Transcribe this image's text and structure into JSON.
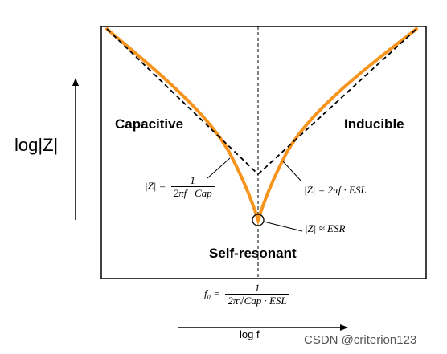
{
  "axes": {
    "y_label": "log|Z|",
    "x_label": "log f"
  },
  "regions": {
    "capacitive": "Capacitive",
    "inductive": "Inducible",
    "resonant": "Self-resonant"
  },
  "equations": {
    "capacitive": {
      "lhs": "|Z| =",
      "numerator": "1",
      "denominator": "2πf · Cap"
    },
    "inductive": "|Z| = 2πf · ESL",
    "resonant": "|Z| ≈ ESR",
    "resonant_freq": {
      "lhs": "f₀ =",
      "numerator": "1",
      "den_prefix": "2π",
      "den_sqrt": "Cap · ESL"
    }
  },
  "colors": {
    "impedance_curve": "#f7941d",
    "asymptote": "#000000"
  },
  "watermark": "CSDN @criterion123"
}
